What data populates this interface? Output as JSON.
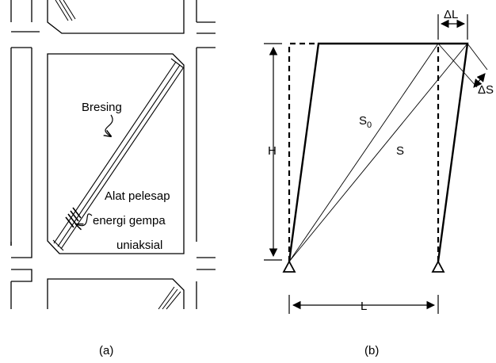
{
  "panel_a": {
    "caption": "(a)",
    "label_bracing": "Bresing",
    "label_damper_line1": "Alat pelesap",
    "label_damper_line2": "energi gempa",
    "label_damper_line3": "uniaksial"
  },
  "panel_b": {
    "caption": "(b)",
    "label_height": "H",
    "label_length": "L",
    "label_s0_main": "S",
    "label_s0_sub": "0",
    "label_s": "S",
    "label_delta_l": "ΔL",
    "label_delta_s": "ΔS"
  }
}
